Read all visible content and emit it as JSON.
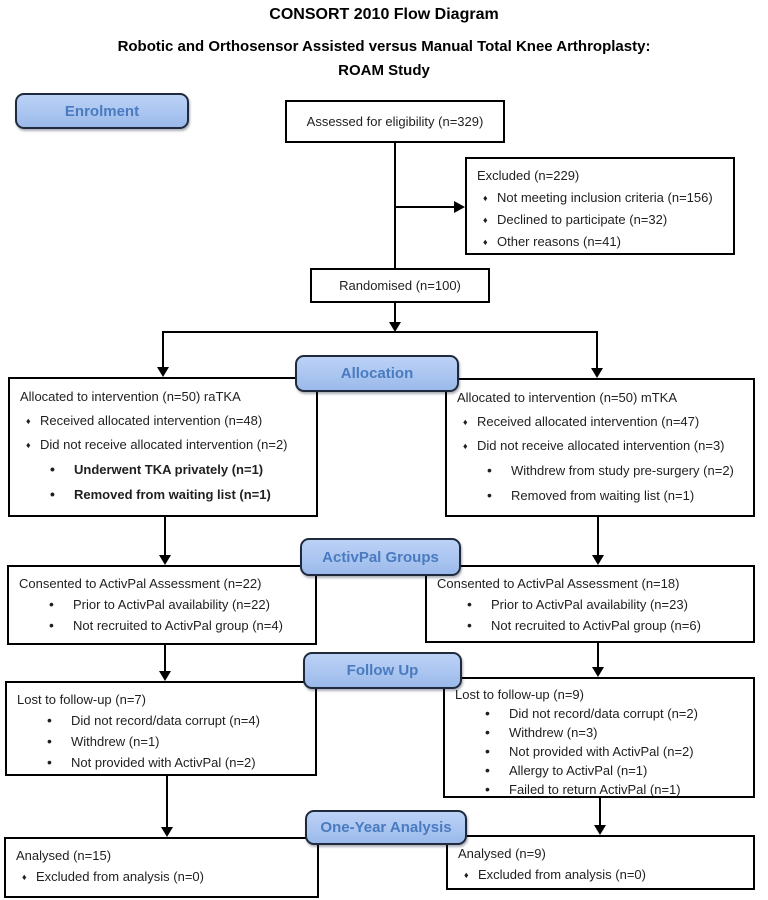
{
  "header": {
    "title": "CONSORT 2010 Flow Diagram",
    "subtitle_line1": "Robotic and Orthosensor Assisted versus Manual Total Knee Arthroplasty:",
    "subtitle_line2": "ROAM Study"
  },
  "stage_labels": {
    "enrolment": "Enrolment",
    "allocation": "Allocation",
    "activpal_groups": "ActivPal Groups",
    "follow_up": "Follow Up",
    "one_year_analysis": "One-Year Analysis"
  },
  "colors": {
    "stage_label_fill": "#AAC5F0",
    "stage_label_border": "#1F2A3D",
    "stage_label_text": "#4A7ABF",
    "box_border": "#000000",
    "box_text": "#1F1F1F"
  },
  "boxes": {
    "assessed": {
      "text": "Assessed for eligibility (n=329)"
    },
    "excluded": {
      "title": "Excluded (n=229)",
      "items": [
        "Not meeting inclusion criteria (n=156)",
        "Declined to participate (n=32)",
        "Other reasons (n=41)"
      ]
    },
    "randomised": {
      "text": "Randomised (n=100)"
    },
    "allocation_left": {
      "title": "Allocated to intervention (n=50) raTKA",
      "items": [
        "Received allocated intervention (n=48)",
        "Did not receive allocated intervention (n=2)"
      ],
      "sub_items": [
        "Underwent TKA privately (n=1)",
        "Removed from waiting list (n=1)"
      ]
    },
    "allocation_right": {
      "title": "Allocated to intervention (n=50) mTKA",
      "items": [
        "Received allocated intervention (n=47)",
        "Did not receive allocated intervention (n=3)"
      ],
      "sub_items": [
        "Withdrew from study pre-surgery (n=2)",
        "Removed from waiting list (n=1)"
      ]
    },
    "activpal_left": {
      "title": "Consented to ActivPal Assessment (n=22)",
      "sub_items": [
        "Prior to ActivPal availability (n=22)",
        "Not recruited to ActivPal group (n=4)"
      ]
    },
    "activpal_right": {
      "title": "Consented to ActivPal Assessment (n=18)",
      "sub_items": [
        "Prior to ActivPal availability (n=23)",
        "Not recruited to ActivPal group (n=6)"
      ]
    },
    "followup_left": {
      "title": "Lost to follow-up (n=7)",
      "sub_items": [
        "Did not record/data corrupt (n=4)",
        "Withdrew (n=1)",
        "Not provided with ActivPal (n=2)"
      ]
    },
    "followup_right": {
      "title": "Lost to follow-up (n=9)",
      "sub_items": [
        "Did not record/data corrupt (n=2)",
        "Withdrew (n=3)",
        "Not provided with ActivPal (n=2)",
        "Allergy to ActivPal (n=1)",
        "Failed to return ActivPal (n=1)"
      ]
    },
    "analysis_left": {
      "title": "Analysed  (n=15)",
      "items": [
        "Excluded from analysis (n=0)"
      ]
    },
    "analysis_right": {
      "title": "Analysed  (n=9)",
      "items": [
        "Excluded from analysis (n=0)"
      ]
    }
  }
}
